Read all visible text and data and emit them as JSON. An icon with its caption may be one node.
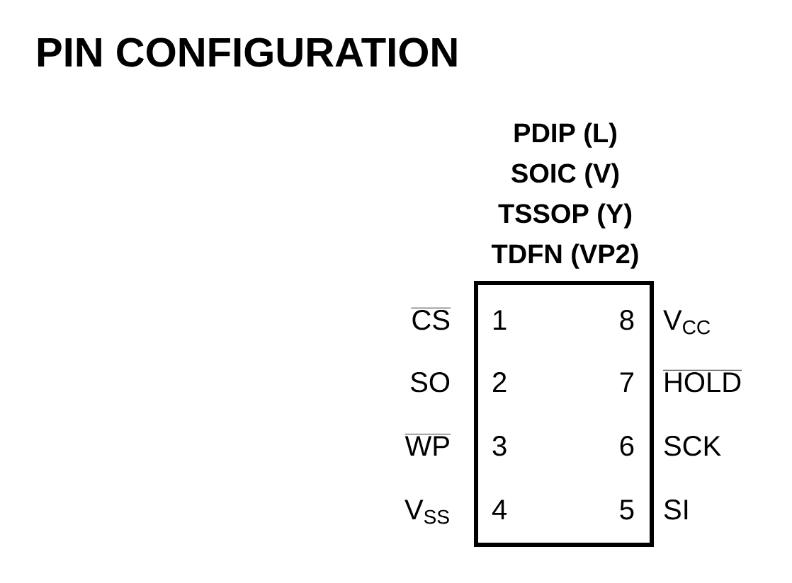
{
  "diagram": {
    "title": "PIN CONFIGURATION",
    "nodes": [
      {
        "text": [
          "PDIP (L)",
          "SOIC (V)",
          "TSSOP (Y)",
          "TDFN (VP2)"
        ]
      }
    ],
    "labels": [
      "CS",
      "1",
      "8",
      "V$_{CC}$",
      "SO",
      "2",
      "7",
      "HOLD",
      "WP",
      "3",
      "6",
      "SCK",
      "V$_{SS}$",
      "4",
      "5",
      "SI"
    ]
  }
}
